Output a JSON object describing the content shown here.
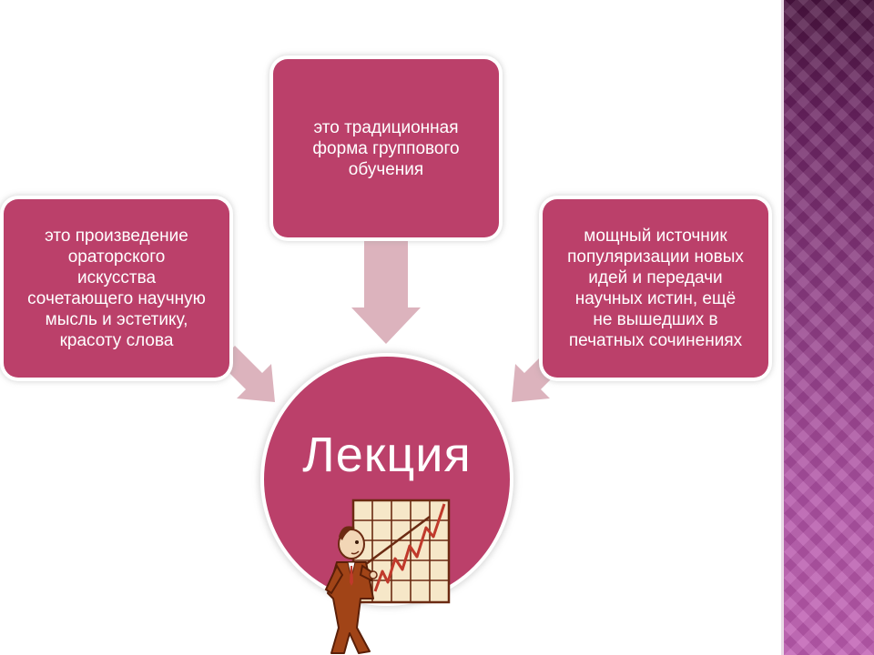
{
  "diagram": {
    "center": {
      "label": "Лекция"
    },
    "boxes": {
      "top": {
        "lines": [
          "это традиционная",
          "форма группового",
          "обучения"
        ]
      },
      "left": {
        "lines": [
          "это произведение",
          "ораторского",
          "искусства",
          "сочетающего научную",
          "мысль и эстетику,",
          "красоту слова"
        ]
      },
      "right": {
        "lines": [
          "мощный источник",
          "популяризации новых",
          "идей и передачи",
          "научных истин, ещё",
          "не вышедших в",
          "печатных сочинениях"
        ]
      }
    },
    "colors": {
      "box_fill": "#bb406a",
      "arrow_fill": "#dcb3bd",
      "accent_strip": "#8f3f86",
      "text": "#ffffff"
    },
    "illustration": {
      "icon": "lecturer-chart-icon"
    }
  }
}
